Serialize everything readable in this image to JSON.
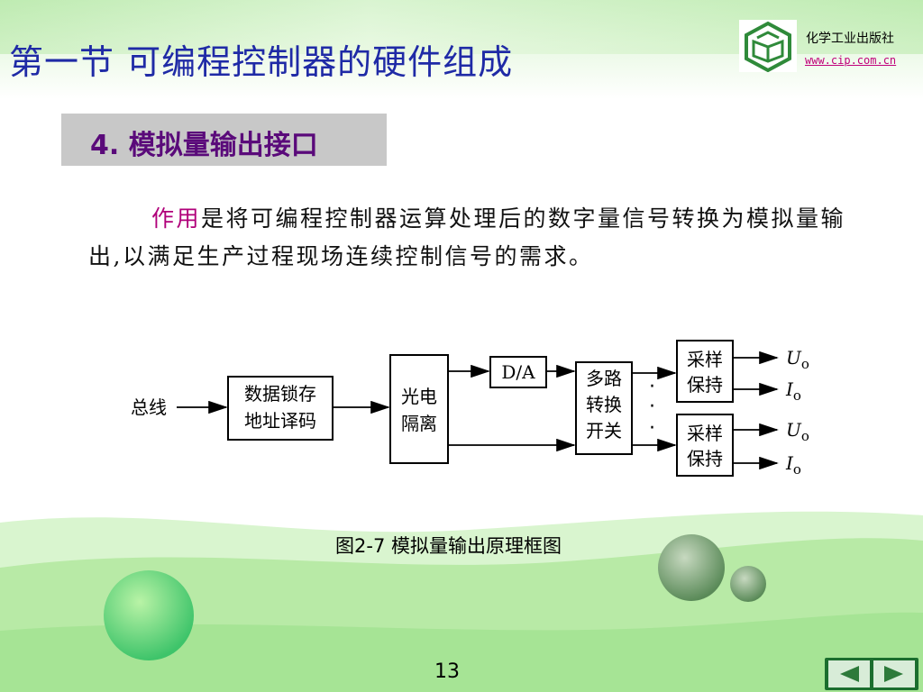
{
  "slide": {
    "title": "第一节 可编程控制器的硬件组成",
    "publisher": {
      "name": "化学工业出版社",
      "url": "www.cip.com.cn",
      "logo_icon": "book-hexagon-logo"
    },
    "section_heading": "4. 模拟量输出接口",
    "body": {
      "keyword": "作用",
      "text": "是将可编程控制器运算处理后的数字量信号转换为模拟量输出,以满足生产过程现场连续控制信号的需求。"
    },
    "figure_caption": "图2-7  模拟量输出原理框图",
    "page_number": "13",
    "nav": {
      "prev_icon": "triangle-left-icon",
      "next_icon": "triangle-right-icon"
    }
  },
  "diagram": {
    "input_label": "总线",
    "latch_line1": "数据锁存",
    "latch_line2": "地址译码",
    "iso_line1": "光电",
    "iso_line2": "隔离",
    "da_label": "D/A",
    "mux_line1": "多路",
    "mux_line2": "转换",
    "mux_line3": "开关",
    "sh1_line1": "采样",
    "sh1_line2": "保持",
    "sh2_line1": "采样",
    "sh2_line2": "保持",
    "out_u_main": "U",
    "out_i_main": "I",
    "out_sub": "o",
    "dots": "·"
  },
  "colors": {
    "title": "#1f2aa6",
    "section_heading": "#5a0a7a",
    "keyword": "#b0007a",
    "url": "#c0007a",
    "green_light": "#c9efc0",
    "nav_green": "#1b6e2e"
  }
}
